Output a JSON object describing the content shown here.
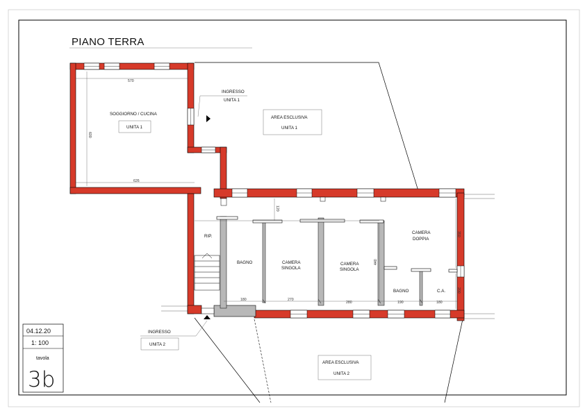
{
  "drawing": {
    "title": "PIANO TERRA",
    "colors": {
      "wall": "#d63a2a",
      "partition": "#b8b8b8",
      "line": "#000000"
    }
  },
  "rooms": {
    "soggiorno": {
      "line1": "SOGGIORNO / CUCINA",
      "line2": "UNITA 1"
    },
    "area1": {
      "line1": "AREA ESCLUSIVA",
      "line2": "UNITA 1"
    },
    "ingresso1": {
      "line1": "INGRESSO",
      "line2": "UNITA 1"
    },
    "rip": "RIP.",
    "bagno1": "BAGNO",
    "singola1": {
      "line1": "CAMERA",
      "line2": "SINGOLA"
    },
    "singola2": {
      "line1": "CAMERA",
      "line2": "SINGOLA"
    },
    "doppia": {
      "line1": "CAMERA",
      "line2": "DOPPIA"
    },
    "bagno2": "BAGNO",
    "ca": "C.A.",
    "ingresso2": {
      "line1": "INGRESSO",
      "line2": "UNITA 2"
    },
    "area2": {
      "line1": "AREA ESCLUSIVA",
      "line2": "UNITA 2"
    }
  },
  "dimensions": {
    "d570": "570",
    "d600": "600",
    "d626": "626",
    "d120": "120",
    "d350": "350",
    "d440": "440",
    "d200": "200",
    "d180a": "180",
    "d270": "270",
    "d280": "280",
    "d190": "190",
    "d180b": "180"
  },
  "title_block": {
    "date": "04.12.20",
    "scale": "1: 100",
    "sheet_label": "tavola",
    "sheet_number": "3b"
  }
}
